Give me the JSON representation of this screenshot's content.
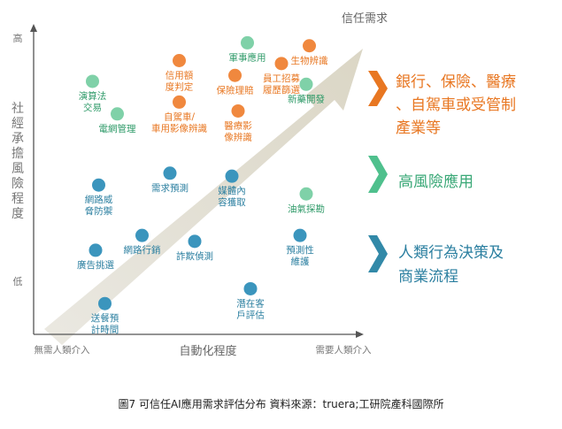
{
  "caption": "圖7 可信任AI應用需求評估分布 資料來源：truera;工研院產科國際所",
  "chart_data": {
    "type": "scatter",
    "title": "",
    "xlabel": "自動化程度",
    "ylabel": "社經承擔風險程度",
    "x_tick_labels": [
      "無需人類介入",
      "需要人類介入"
    ],
    "y_tick_labels": [
      "高",
      "低"
    ],
    "xlim": [
      0,
      100
    ],
    "ylim": [
      0,
      100
    ],
    "arrow_label": "信任需求",
    "categories": [
      {
        "key": "high",
        "color": "#f0883e",
        "label": "銀行、保險、醫療、自駕車或受管制產業等"
      },
      {
        "key": "mid",
        "color": "#7fd1a8",
        "label": "高風險應用"
      },
      {
        "key": "low",
        "color": "#3b95bd",
        "label": "人類行為決策及商業流程"
      }
    ],
    "points": [
      {
        "label": "軍事應用",
        "x": 67,
        "y": 96,
        "cat": "mid"
      },
      {
        "label": "生物辨識",
        "x": 87,
        "y": 95,
        "cat": "high"
      },
      {
        "label": "信用額度判定",
        "x": 45,
        "y": 90,
        "cat": "high"
      },
      {
        "label": "員工招募履歷篩選",
        "x": 78,
        "y": 89,
        "cat": "high"
      },
      {
        "label": "保險理賠",
        "x": 63,
        "y": 85,
        "cat": "high"
      },
      {
        "label": "演算法交易",
        "x": 17,
        "y": 83,
        "cat": "mid"
      },
      {
        "label": "新藥開發",
        "x": 86,
        "y": 82,
        "cat": "mid"
      },
      {
        "label": "自駕車/車用影像辨識",
        "x": 45,
        "y": 76,
        "cat": "high"
      },
      {
        "label": "醫療影像辨識",
        "x": 64,
        "y": 73,
        "cat": "high"
      },
      {
        "label": "電網管理",
        "x": 25,
        "y": 72,
        "cat": "mid"
      },
      {
        "label": "需求預測",
        "x": 42,
        "y": 52,
        "cat": "low"
      },
      {
        "label": "媒體內容獲取",
        "x": 62,
        "y": 51,
        "cat": "low"
      },
      {
        "label": "網路威脅防禦",
        "x": 19,
        "y": 48,
        "cat": "low"
      },
      {
        "label": "油氣探勘",
        "x": 86,
        "y": 45,
        "cat": "mid"
      },
      {
        "label": "網路行銷",
        "x": 33,
        "y": 31,
        "cat": "low"
      },
      {
        "label": "詐欺偵測",
        "x": 50,
        "y": 29,
        "cat": "low"
      },
      {
        "label": "預測性維護",
        "x": 84,
        "y": 31,
        "cat": "low"
      },
      {
        "label": "廣告挑選",
        "x": 18,
        "y": 26,
        "cat": "low"
      },
      {
        "label": "潛在客戶評估",
        "x": 68,
        "y": 13,
        "cat": "low"
      },
      {
        "label": "送餐預計時間",
        "x": 21,
        "y": 8,
        "cat": "low"
      }
    ]
  }
}
